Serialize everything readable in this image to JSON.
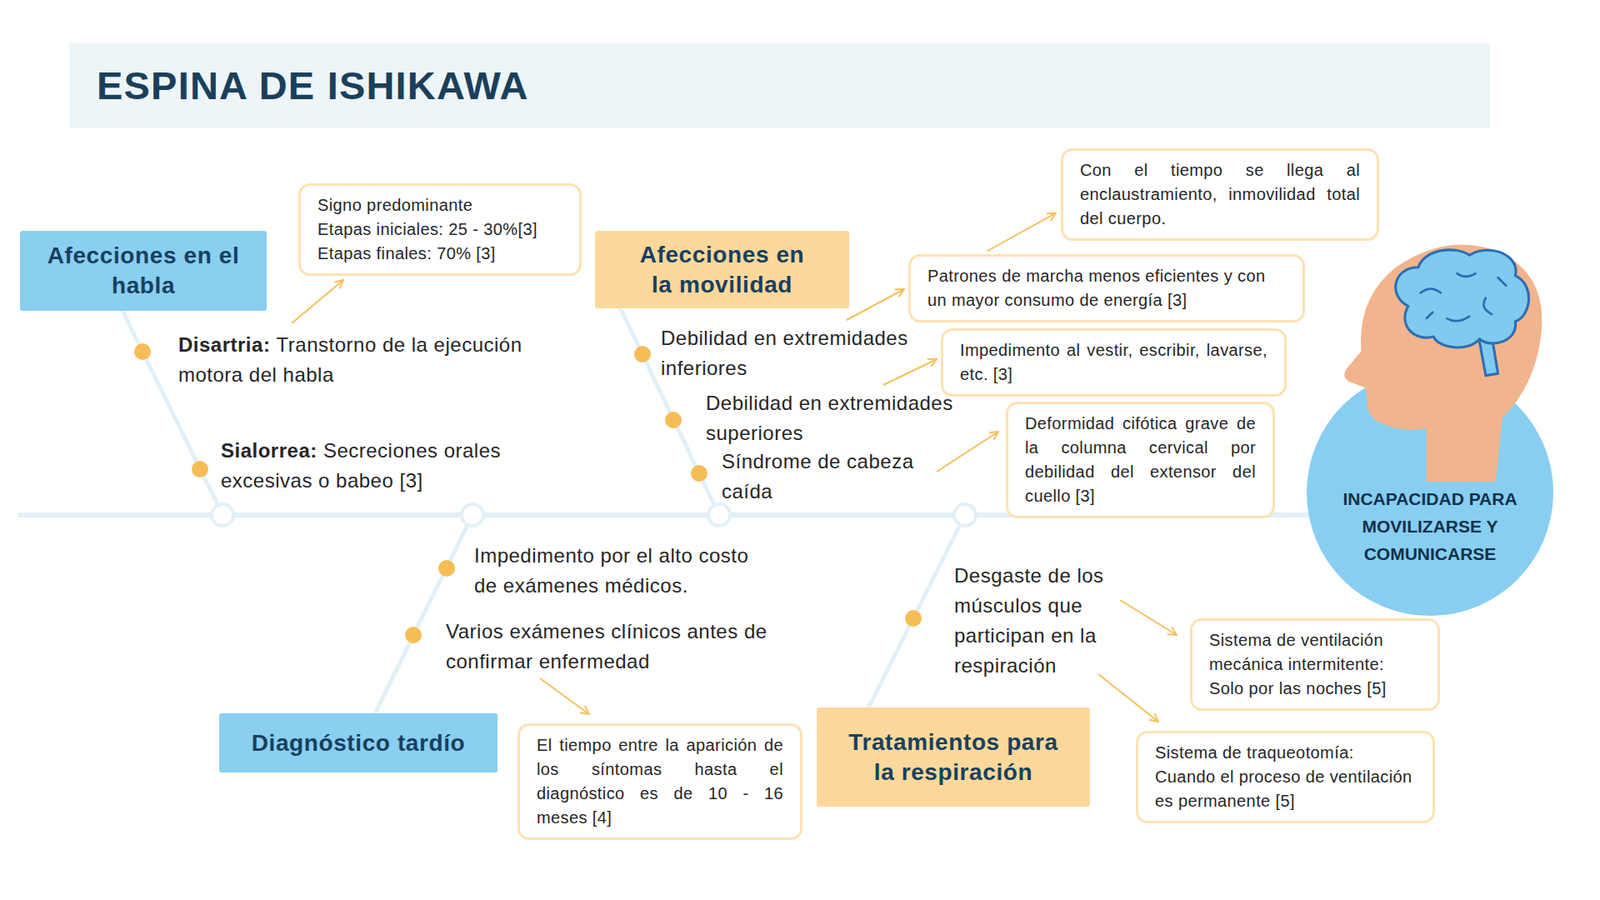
{
  "diagram": {
    "title": "ESPINA DE ISHIKAWA",
    "nodes": [
      {
        "text": [
          "Afecciones en el habla"
        ]
      },
      {
        "text": [
          "Signo predominante",
          "Etapas iniciales: 25 - 30%[3]",
          "Etapas finales: 70% [3]"
        ]
      },
      {
        "text": [
          "Afecciones en la movilidad"
        ]
      },
      {
        "text": [
          "Con el tiempo se llega al enclaustramiento, inmovilidad total del cuerpo."
        ]
      },
      {
        "text": [
          "Patrones de marcha menos eficientes y con un mayor consumo de energía [3]"
        ]
      },
      {
        "text": [
          "Impedimento al vestir, escribir, lavarse, etc. [3]"
        ]
      },
      {
        "text": [
          "Deformidad cifótica grave de la columna cervical por debilidad del extensor del cuello [3]"
        ]
      },
      {
        "text": [
          "INCAPACIDAD PARA MOVILIZARSE Y COMUNICARSE"
        ]
      },
      {
        "text": [
          "Sistema de ventilación mecánica intermitente: Solo por las noches [5]"
        ]
      },
      {
        "text": [
          "Diagnóstico tardío"
        ]
      },
      {
        "text": [
          "El tiempo entre la aparición de los síntomas hasta el diagnóstico es de 10 - 16 meses [4]"
        ]
      },
      {
        "text": [
          "Tratamientos para la respiración"
        ]
      },
      {
        "text": [
          "Sistema de traqueotomía: Cuando el proceso de ventilación es permanente [5]"
        ]
      }
    ],
    "edges": [
      {
        "from": 4,
        "to": 3,
        "arrow": "to"
      },
      {
        "from": 0,
        "to": 7,
        "arrow": "none"
      },
      {
        "from": 2,
        "to": 7,
        "arrow": "none"
      },
      {
        "from": 9,
        "to": 7,
        "arrow": "none"
      },
      {
        "from": 11,
        "to": 7,
        "arrow": "none"
      }
    ],
    "labels": [
      "Disartria:",
      "Transtorno de la ejecución motora del habla",
      "Sialorrea:",
      "Secreciones orales excesivas o babeo [3]",
      "Debilidad en extremidades inferiores",
      "Debilidad en extremidades superiores",
      "Síndrome de cabeza caída",
      "Impedimento por el alto costo de exámenes médicos.",
      "Varios exámenes clínicos antes de confirmar enfermedad",
      "Desgaste de los músculos que participan en la respiración"
    ]
  }
}
